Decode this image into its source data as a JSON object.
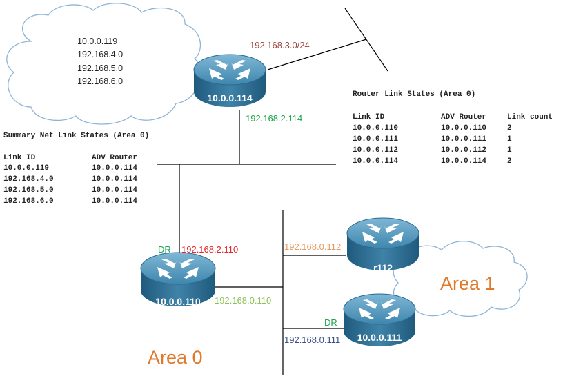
{
  "colors": {
    "router_body": "#2e6f93",
    "router_top": "#5e9ec2",
    "cloud_stroke": "#8fb4d6",
    "line": "#000000",
    "area_label": "#e07a2a",
    "subnet_3": "#a0443e",
    "green": "#1aa64a",
    "red": "#e3262c",
    "peach": "#e89a62",
    "light_green": "#8cc153",
    "navy": "#3a4f84"
  },
  "cloud_left": {
    "lines": [
      "10.0.0.119",
      "192.168.4.0",
      "192.168.5.0",
      "192.168.6.0"
    ]
  },
  "routers": {
    "r114": {
      "name": "10.0.0.114"
    },
    "r110": {
      "name": "10.0.0.110"
    },
    "r112": {
      "name": "r112"
    },
    "r111": {
      "name": "10.0.0.111"
    }
  },
  "labels": {
    "subnet_3": "192.168.3.0/24",
    "r114_bottom": "192.168.2.114",
    "r110_top": "192.168.2.110",
    "r110_dr": "DR",
    "r110_right": "192.168.0.110",
    "r112_ip": "192.168.0.112",
    "r111_dr": "DR",
    "r111_ip": "192.168.0.111"
  },
  "areas": {
    "area0": "Area 0",
    "area1": "Area 1"
  },
  "summary_table": {
    "title": "Summary Net Link States (Area 0)",
    "headers": [
      "Link ID",
      "ADV Router"
    ],
    "rows": [
      [
        "10.0.0.119",
        "10.0.0.114"
      ],
      [
        "192.168.4.0",
        "10.0.0.114"
      ],
      [
        "192.168.5.0",
        "10.0.0.114"
      ],
      [
        "192.168.6.0",
        "10.0.0.114"
      ]
    ]
  },
  "router_table": {
    "title": "Router Link States (Area 0)",
    "headers": [
      "Link ID",
      "ADV Router",
      "Link count"
    ],
    "rows": [
      [
        "10.0.0.110",
        "10.0.0.110",
        "2"
      ],
      [
        "10.0.0.111",
        "10.0.0.111",
        "1"
      ],
      [
        "10.0.0.112",
        "10.0.0.112",
        "1"
      ],
      [
        "10.0.0.114",
        "10.0.0.114",
        "2"
      ]
    ]
  }
}
